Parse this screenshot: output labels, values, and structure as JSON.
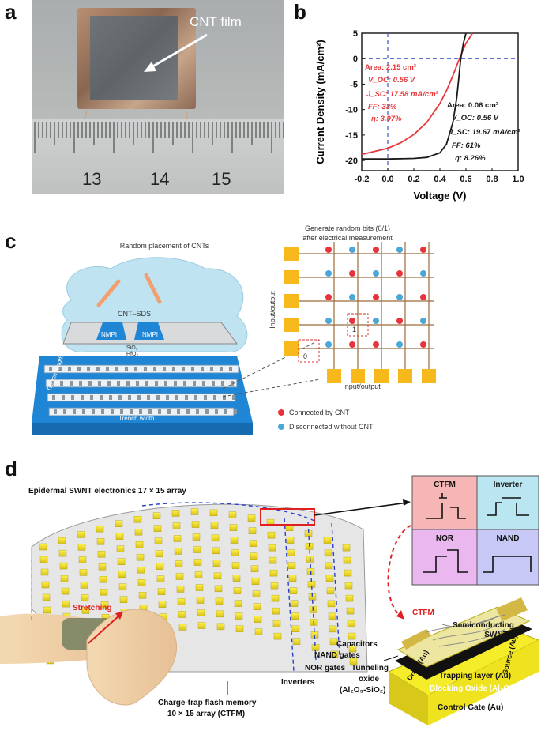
{
  "panel_letters": {
    "a": "a",
    "b": "b",
    "c": "c",
    "d": "d"
  },
  "panel_a": {
    "film_label": "CNT film",
    "ruler_numbers": [
      "13",
      "14",
      "15"
    ]
  },
  "chart_data": {
    "type": "line",
    "xlabel": "Voltage (V)",
    "ylabel": "Current Density (mA/cm²)",
    "xlim": [
      -0.2,
      1.0
    ],
    "ylim": [
      -22,
      5
    ],
    "xticks": [
      -0.2,
      0.0,
      0.2,
      0.4,
      0.6,
      0.8,
      1.0
    ],
    "xtick_labels": [
      "-0.2",
      "0.0",
      "0.2",
      "0.4",
      "0.6",
      "0.8",
      "1.0"
    ],
    "yticks": [
      5,
      0,
      -5,
      -10,
      -15,
      -20
    ],
    "ytick_labels": [
      "5",
      "0",
      "-5",
      "-10",
      "-15",
      "-20"
    ],
    "series": [
      {
        "color": "#e8383b",
        "x": [
          -0.2,
          -0.1,
          0.0,
          0.1,
          0.2,
          0.3,
          0.4,
          0.45,
          0.5,
          0.55,
          0.6,
          0.65
        ],
        "y": [
          -18.8,
          -18.2,
          -17.6,
          -16.5,
          -14.9,
          -12.5,
          -8.8,
          -6.3,
          -3.3,
          0.0,
          3.0,
          5.0
        ],
        "annotations": [
          "Area: 2.15 cm²",
          "V_OC: 0.56 V",
          "J_SC: 17.58 mA/cm²",
          "FF: 33%",
          "η: 3.97%"
        ]
      },
      {
        "color": "#1a1a1a",
        "x": [
          -0.2,
          0.0,
          0.2,
          0.3,
          0.4,
          0.45,
          0.5,
          0.53,
          0.56,
          0.58,
          0.6
        ],
        "y": [
          -19.7,
          -19.7,
          -19.6,
          -19.4,
          -18.5,
          -16.8,
          -12.5,
          -7.5,
          0.0,
          3.0,
          5.0
        ],
        "annotations": [
          "Area: 0.06 cm²",
          "V_OC: 0.56 V",
          "J_SC: 19.67 mA/cm²",
          "FF: 61%",
          "η: 8.26%"
        ]
      }
    ],
    "reference_lines": {
      "x": 0.0,
      "y": 0.0,
      "color": "#4a5fd0",
      "style": "dashed"
    }
  },
  "panel_c": {
    "title": "Random placement of CNTs",
    "cnt_label": "CNT–SDS",
    "nmpi_left": "NMPI",
    "nmpi_right": "NMPI",
    "sio2_label": "SiO₂",
    "hfo2_label": "HfO₂",
    "trench_length": "Trench length",
    "trench_width": "Trench width",
    "grid_title_1": "Generate random bits (0/1)",
    "grid_title_2": "after electrical measurement",
    "input_output_v": "Input/output",
    "input_output_h": "Input/output",
    "bit_zero": "0",
    "bit_one": "1",
    "legend_connected": "Connected by CNT",
    "legend_disconnected": "Disconnected without CNT",
    "connected_color": "#e8333b",
    "disconnected_color": "#4aa8d8",
    "pad_color": "#f6b81a",
    "grid_pattern": [
      [
        1,
        0,
        1,
        0,
        1
      ],
      [
        0,
        1,
        0,
        1,
        0
      ],
      [
        1,
        0,
        1,
        0,
        1
      ],
      [
        0,
        1,
        0,
        1,
        0
      ],
      [
        0,
        1,
        1,
        0,
        1
      ]
    ]
  },
  "panel_d": {
    "title": "Epidermal SWNT electronics 17 × 15 array",
    "stretching": "Stretching",
    "ctfm_array_1": "Charge-trap flash memory",
    "ctfm_array_2": "10 × 15 array (CTFM)",
    "inverters": "Inverters",
    "nor_gates": "NOR gates",
    "nand_gates": "NAND gates",
    "capacitors": "Capacitors",
    "box_ctfm": "CTFM",
    "box_inverter": "Inverter",
    "box_nor": "NOR",
    "box_nand": "NAND",
    "ctfm_callout": "CTFM",
    "semiconducting_1": "Semiconducting",
    "semiconducting_2": "SWNT",
    "drain": "Drain (Au)",
    "source": "Source (Au)",
    "tunneling_1": "Tunneling",
    "tunneling_2": "oxide",
    "tunneling_3": "(Al₂O₃-SiO₂)",
    "trapping": "Trapping layer (Au)",
    "blocking": "Blocking Oxide (Al₂O₃)",
    "control_gate": "Control Gate (Au)"
  }
}
